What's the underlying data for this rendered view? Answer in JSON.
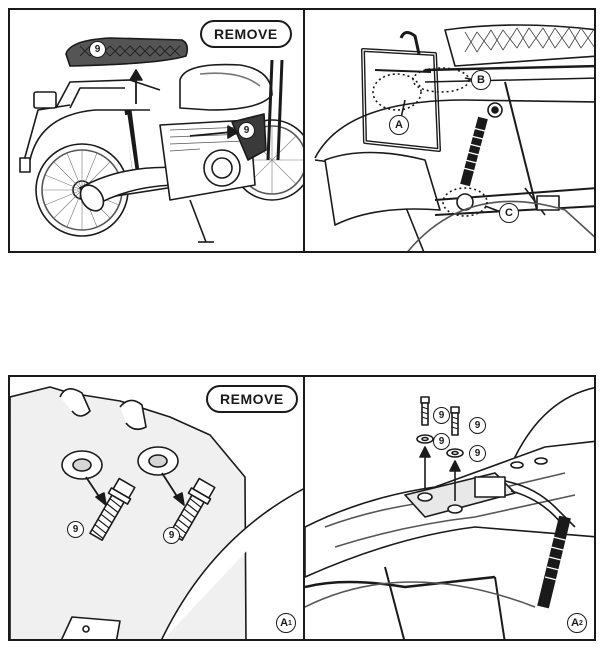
{
  "panels": {
    "p1": {
      "action": "REMOVE",
      "part_seat": "9",
      "part_cover": "9"
    },
    "p2": {
      "point_a": "A",
      "point_b": "B",
      "point_c": "C"
    },
    "p3": {
      "action": "REMOVE",
      "part_bolts": "9",
      "detail_letter": "A",
      "detail_index": "1"
    },
    "p4": {
      "bolt_left": "9",
      "washer_left": "9",
      "bolt_right": "9",
      "washer_right": "9",
      "detail_letter": "A",
      "detail_index": "2"
    }
  }
}
